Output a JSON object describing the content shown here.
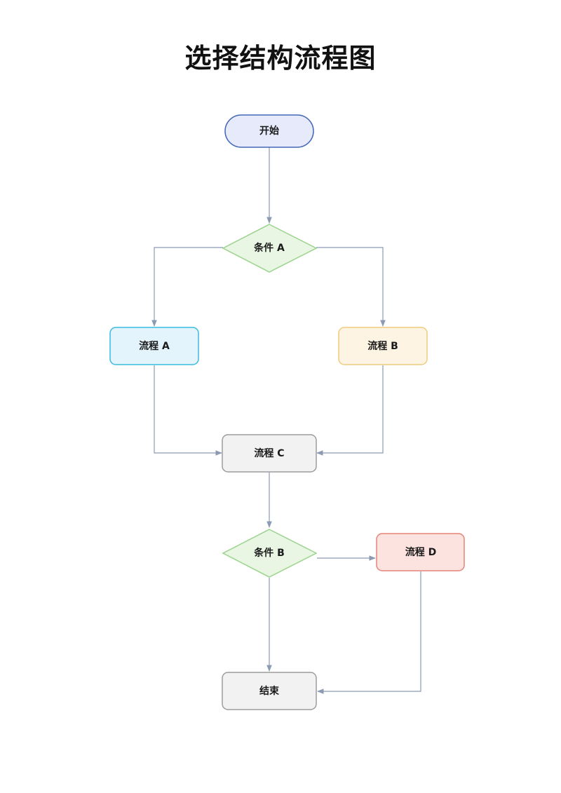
{
  "title": "选择结构流程图",
  "colors": {
    "edge": "#8a9bb3",
    "start_fill": "#e6eafb",
    "start_stroke": "#4468b8",
    "decision_fill": "#e8f6e3",
    "decision_stroke": "#9ad48c",
    "process_a_fill": "#e3f4fc",
    "process_a_stroke": "#3bbbe0",
    "process_b_fill": "#fdf4e3",
    "process_b_stroke": "#efcc7e",
    "process_gray_fill": "#f2f2f2",
    "process_gray_stroke": "#9c9c9c",
    "process_d_fill": "#fde3df",
    "process_d_stroke": "#e48478"
  },
  "nodes": {
    "start": "开始",
    "cond_a": "条件 A",
    "proc_a": "流程 A",
    "proc_b": "流程 B",
    "proc_c": "流程 C",
    "cond_b": "条件 B",
    "proc_d": "流程 D",
    "end": "结束"
  }
}
